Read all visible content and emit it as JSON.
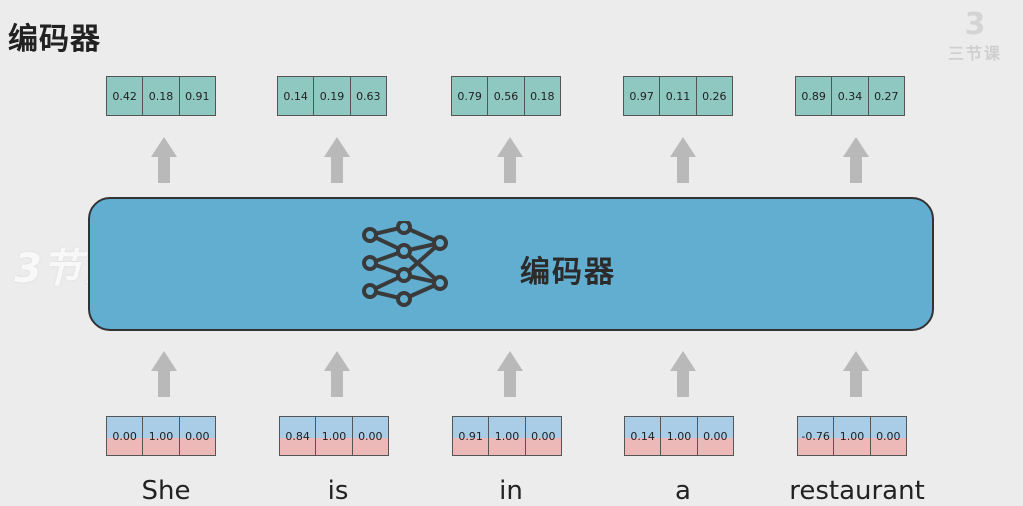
{
  "slide": {
    "title": "编码器",
    "logo": {
      "brand_text": "三节课",
      "mark_text": "3"
    },
    "side_watermark_text": "3节课"
  },
  "encoder": {
    "label": "编码器",
    "icon": "neural-network-icon",
    "fill_color": "#62aed0"
  },
  "columns": [
    {
      "word": "She",
      "input": [
        "0.00",
        "1.00",
        "0.00"
      ],
      "output": [
        "0.42",
        "0.18",
        "0.91"
      ]
    },
    {
      "word": "is",
      "input": [
        "0.84",
        "1.00",
        "0.00"
      ],
      "output": [
        "0.14",
        "0.19",
        "0.63"
      ]
    },
    {
      "word": "in",
      "input": [
        "0.91",
        "1.00",
        "0.00"
      ],
      "output": [
        "0.79",
        "0.56",
        "0.18"
      ]
    },
    {
      "word": "a",
      "input": [
        "0.14",
        "1.00",
        "0.00"
      ],
      "output": [
        "0.97",
        "0.11",
        "0.26"
      ]
    },
    {
      "word": "restaurant",
      "input": [
        "-0.76",
        "1.00",
        "0.00"
      ],
      "output": [
        "0.89",
        "0.34",
        "0.27"
      ]
    }
  ],
  "colors": {
    "output_cell": "#8fc7c1",
    "input_cell_top": "#a9cde6",
    "input_cell_bottom": "#ecb9b8",
    "arrow": "#b9b9b9",
    "background": "#ececec"
  }
}
